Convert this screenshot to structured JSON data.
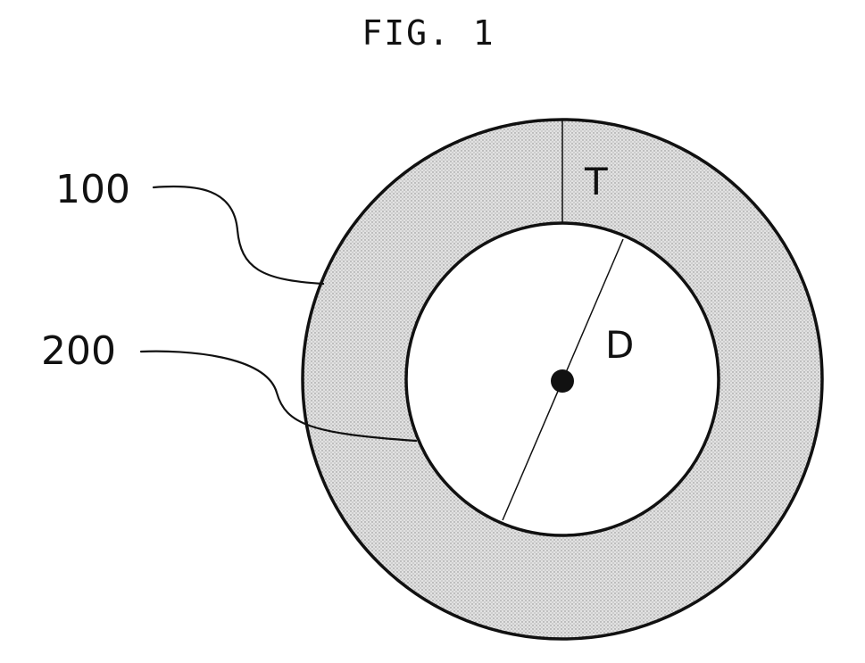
{
  "figure": {
    "title": "FIG. 1",
    "colors": {
      "ring_fill": "#d4d4d4",
      "stroke": "#111111",
      "background": "#ffffff"
    }
  },
  "labels": {
    "outer_ring_ref": "100",
    "inner_circle_ref": "200",
    "thickness": "T",
    "diameter": "D"
  }
}
